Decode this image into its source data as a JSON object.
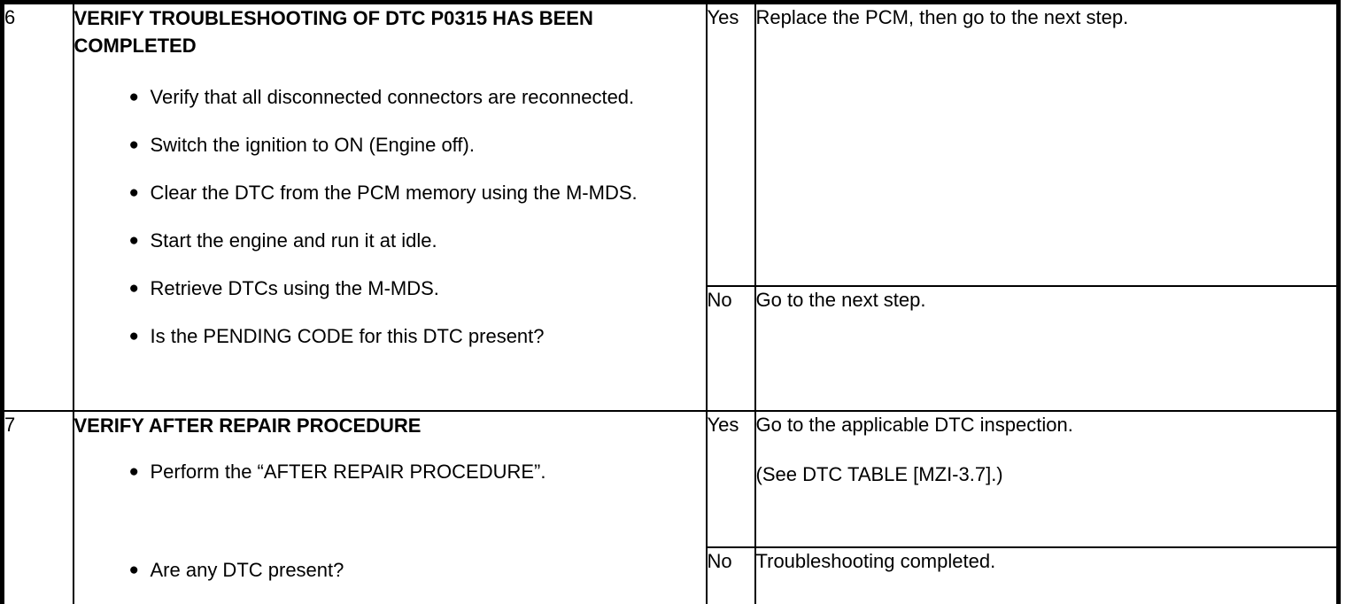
{
  "colors": {
    "background": "#ffffff",
    "border": "#000000",
    "text": "#000000"
  },
  "icons": {
    "list_bullet": "●"
  },
  "table": {
    "rows": [
      {
        "step": "6",
        "title": "VERIFY TROUBLESHOOTING OF DTC P0315 HAS BEEN COMPLETED",
        "bullets": [
          "Verify that all disconnected connectors are reconnected.",
          "Switch the ignition to ON (Engine off).",
          "Clear the DTC from the PCM memory using the M-MDS.",
          "Start the engine and run it at idle.",
          "Retrieve DTCs using the M-MDS.",
          "Is the PENDING CODE for this DTC present?"
        ],
        "yes": {
          "label": "Yes",
          "action": "Replace the PCM, then go to the next step."
        },
        "no": {
          "label": "No",
          "action": "Go to the next step."
        }
      },
      {
        "step": "7",
        "title": "VERIFY AFTER REPAIR PROCEDURE",
        "bullets": [
          "Perform the “AFTER REPAIR PROCEDURE”.",
          "Are any DTC present?"
        ],
        "yes": {
          "label": "Yes",
          "action": "Go to the applicable DTC inspection.",
          "action_note": "(See DTC TABLE [MZI-3.7].)"
        },
        "no": {
          "label": "No",
          "action": "Troubleshooting completed."
        }
      }
    ]
  }
}
